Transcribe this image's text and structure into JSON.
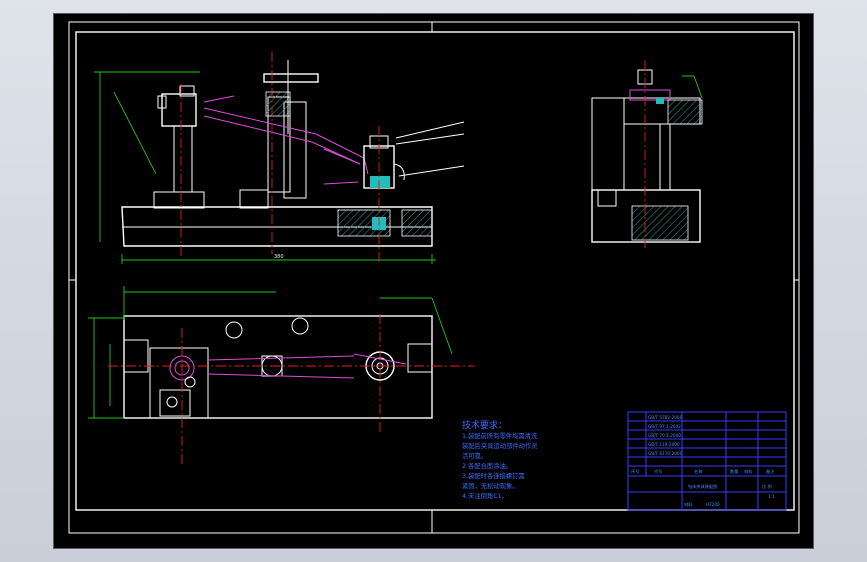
{
  "notes": {
    "heading": "技术要求：",
    "lines": [
      "1.装配前所有零件均需清洗",
      "装配后夹具运动部件动作灵",
      "活可靠。",
      "2.各配合面涂油。",
      "3.装配时各连接螺钉需",
      "紧固，无松动现象。",
      "4.未注倒角C1。"
    ]
  },
  "title_block": {
    "standards": [
      "GB/T 5782-2000",
      "GB/T 97.1-2002",
      "GB/T 70.1-2000",
      "GB/T 119-2000",
      "GB/T 6170-2000"
    ],
    "drawing_title": "钻床夹具装配图",
    "scale_label": "比 例",
    "scale_value": "1:1",
    "material_label": "材料",
    "material_value": "HT200",
    "col_headers": [
      "序号",
      "代号",
      "名称",
      "数量",
      "材料",
      "备注"
    ]
  }
}
